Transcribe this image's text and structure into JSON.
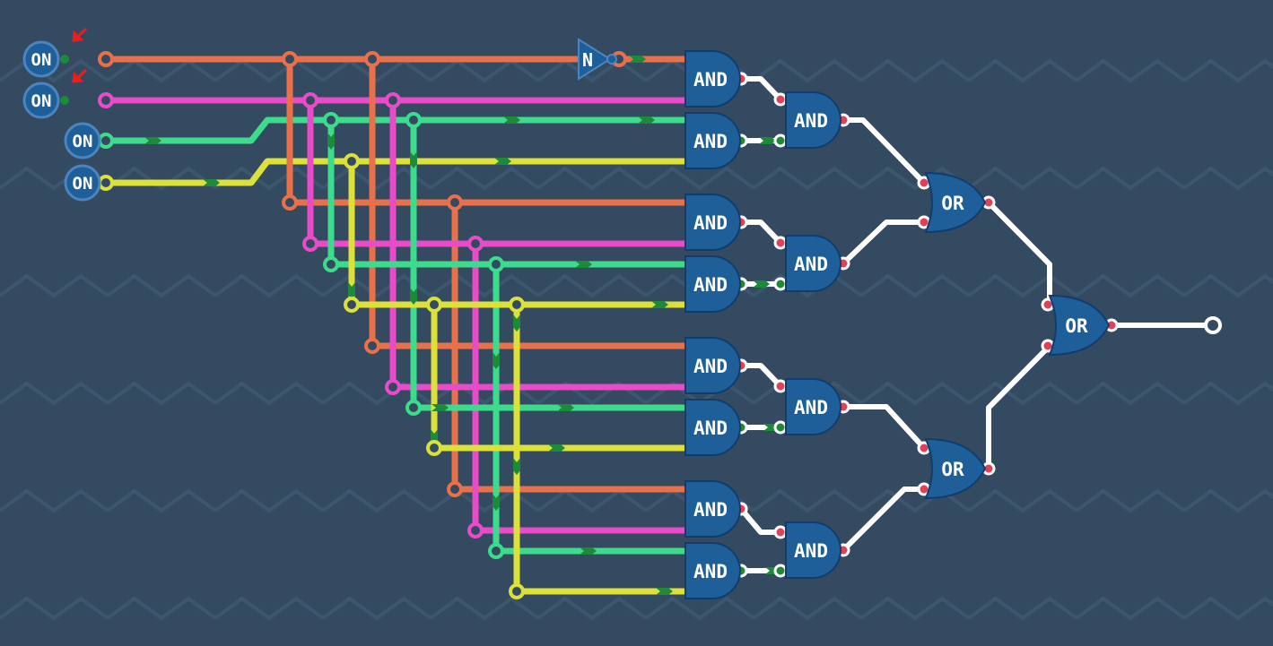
{
  "colors": {
    "background": "#344a60",
    "zigzag": "#3d5670",
    "gate_fill": "#1f5f99",
    "gate_stroke": "#0f3d6e",
    "orange": "#e8704a",
    "magenta": "#e84cc8",
    "green": "#3ddc8c",
    "yellow": "#dbe03a",
    "white": "#ffffff",
    "pin_red": "#e0405a",
    "pin_green": "#1d8a3a",
    "arrow_red": "#ee1c1c"
  },
  "inputs": [
    {
      "label": "ON",
      "state": "on",
      "color_key": "orange"
    },
    {
      "label": "ON",
      "state": "on",
      "color_key": "magenta"
    },
    {
      "label": "ON",
      "state": "on",
      "color_key": "green"
    },
    {
      "label": "ON",
      "state": "on",
      "color_key": "yellow"
    }
  ],
  "not_gate": {
    "label": "N"
  },
  "and_gates_first_layer": [
    "AND",
    "AND",
    "AND",
    "AND",
    "AND",
    "AND",
    "AND",
    "AND"
  ],
  "and_gates_second_layer": [
    "AND",
    "AND",
    "AND",
    "AND"
  ],
  "or_gates_third_layer": [
    "OR",
    "OR"
  ],
  "or_gate_final": {
    "label": "OR"
  },
  "output": {
    "icon": "output-terminal-icon"
  },
  "icons": [
    "toggle-switch-icon",
    "not-gate-icon",
    "and-gate-icon",
    "or-gate-icon",
    "red-pointer-arrow-icon",
    "output-terminal-icon"
  ]
}
